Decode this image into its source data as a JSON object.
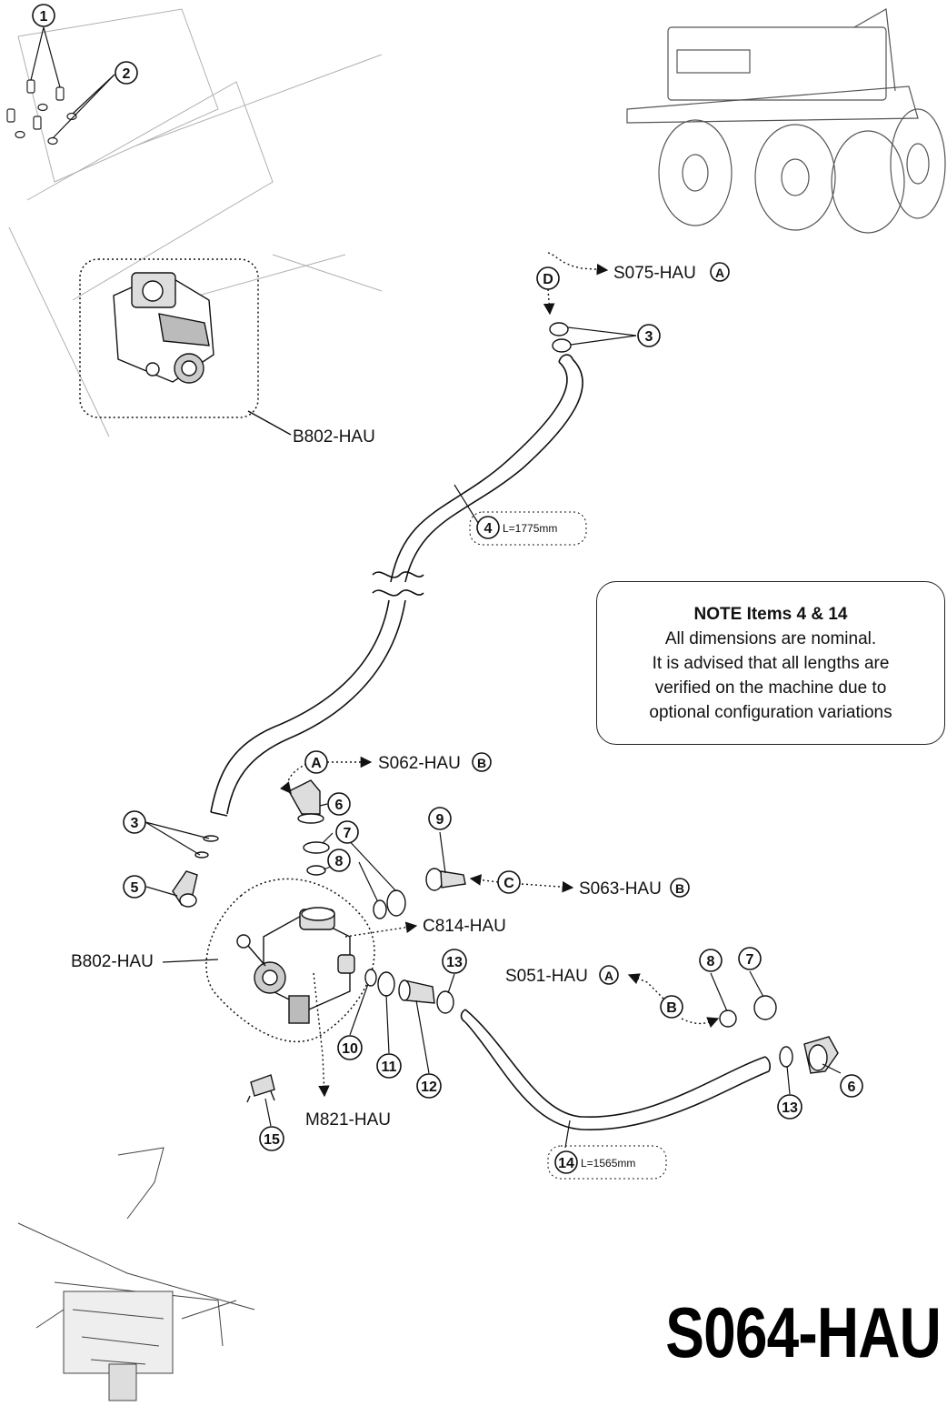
{
  "note": {
    "title": "NOTE Items 4 & 14",
    "lines": [
      "All dimensions are nominal.",
      "It is advised that all lengths are",
      "verified on the machine due to",
      "optional configuration variations"
    ]
  },
  "page_code": "S064-HAU",
  "callouts": {
    "c1": "1",
    "c2": "2",
    "c3a": "3",
    "c3b": "3",
    "c4": "4",
    "c5": "5",
    "c6a": "6",
    "c6b": "6",
    "c7a": "7",
    "c7b": "7",
    "c8a": "8",
    "c8b": "8",
    "c9": "9",
    "c10": "10",
    "c11": "11",
    "c12": "12",
    "c13a": "13",
    "c13b": "13",
    "c14": "14",
    "c15": "15"
  },
  "letters": {
    "A": "A",
    "B": "B",
    "C": "C",
    "D": "D"
  },
  "refs": {
    "b802_top": "B802-HAU",
    "b802_bottom": "B802-HAU",
    "s075": "S075-HAU",
    "s062": "S062-HAU",
    "s063": "S063-HAU",
    "s051": "S051-HAU",
    "c814": "C814-HAU",
    "m821": "M821-HAU"
  },
  "ref_letters": {
    "s075": "A",
    "s062": "B",
    "s063": "B",
    "s051": "A"
  },
  "lengths": {
    "hose4": "L=1775mm",
    "hose14": "L=1565mm"
  },
  "colors": {
    "ink": "#111111",
    "faint": "#9a9a9a",
    "paper": "#ffffff"
  }
}
